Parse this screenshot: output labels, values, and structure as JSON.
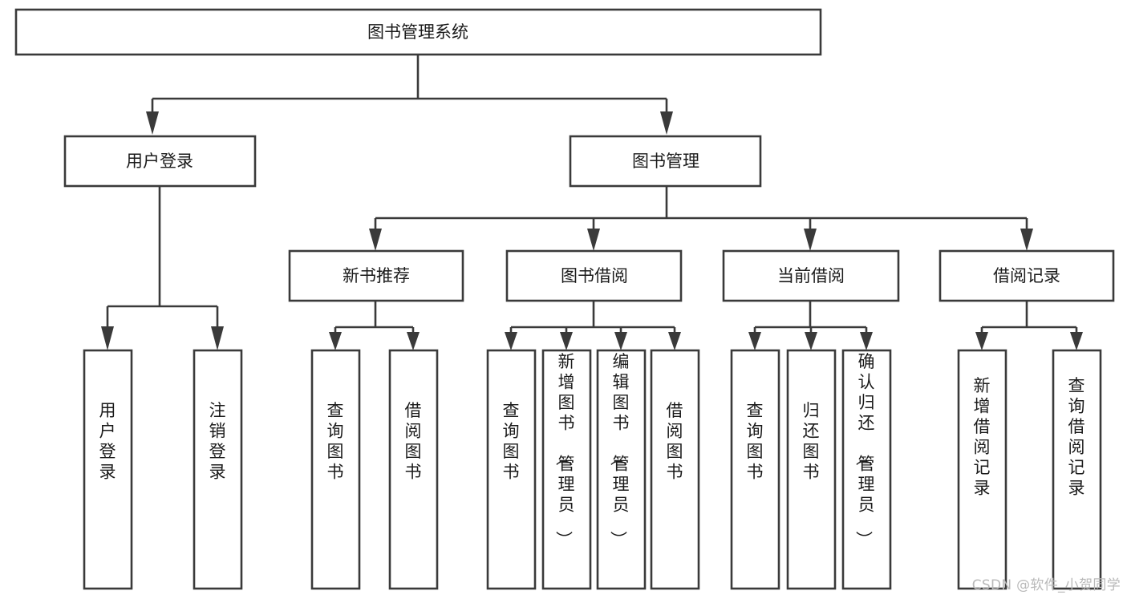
{
  "diagram": {
    "title": "图书管理系统",
    "watermark": "CSDN @软件_小贺同学",
    "colors": {
      "background": "#ffffff",
      "box_fill": "#ffffff",
      "box_stroke": "#3a3a3a",
      "text": "#1a1a1a",
      "watermark": "#b9b9b9"
    },
    "nodes": {
      "root": {
        "label": "图书管理系统"
      },
      "level2": [
        {
          "label": "用户登录"
        },
        {
          "label": "图书管理"
        }
      ],
      "level3": [
        {
          "label": "新书推荐"
        },
        {
          "label": "图书借阅"
        },
        {
          "label": "当前借阅"
        },
        {
          "label": "借阅记录"
        }
      ],
      "leaves": {
        "user_login": [
          {
            "label": "用户登录"
          },
          {
            "label": "注销登录"
          }
        ],
        "new_book_recommend": [
          {
            "label": "查询图书"
          },
          {
            "label": "借阅图书"
          }
        ],
        "book_borrow": [
          {
            "label": "查询图书"
          },
          {
            "label": "新增图书（管理员）"
          },
          {
            "label": "编辑图书（管理员）"
          },
          {
            "label": "借阅图书"
          }
        ],
        "current_borrow": [
          {
            "label": "查询图书"
          },
          {
            "label": "归还图书"
          },
          {
            "label": "确认归还（管理员）"
          }
        ],
        "borrow_records": [
          {
            "label": "新增借阅记录"
          },
          {
            "label": "查询借阅记录"
          }
        ]
      }
    }
  }
}
